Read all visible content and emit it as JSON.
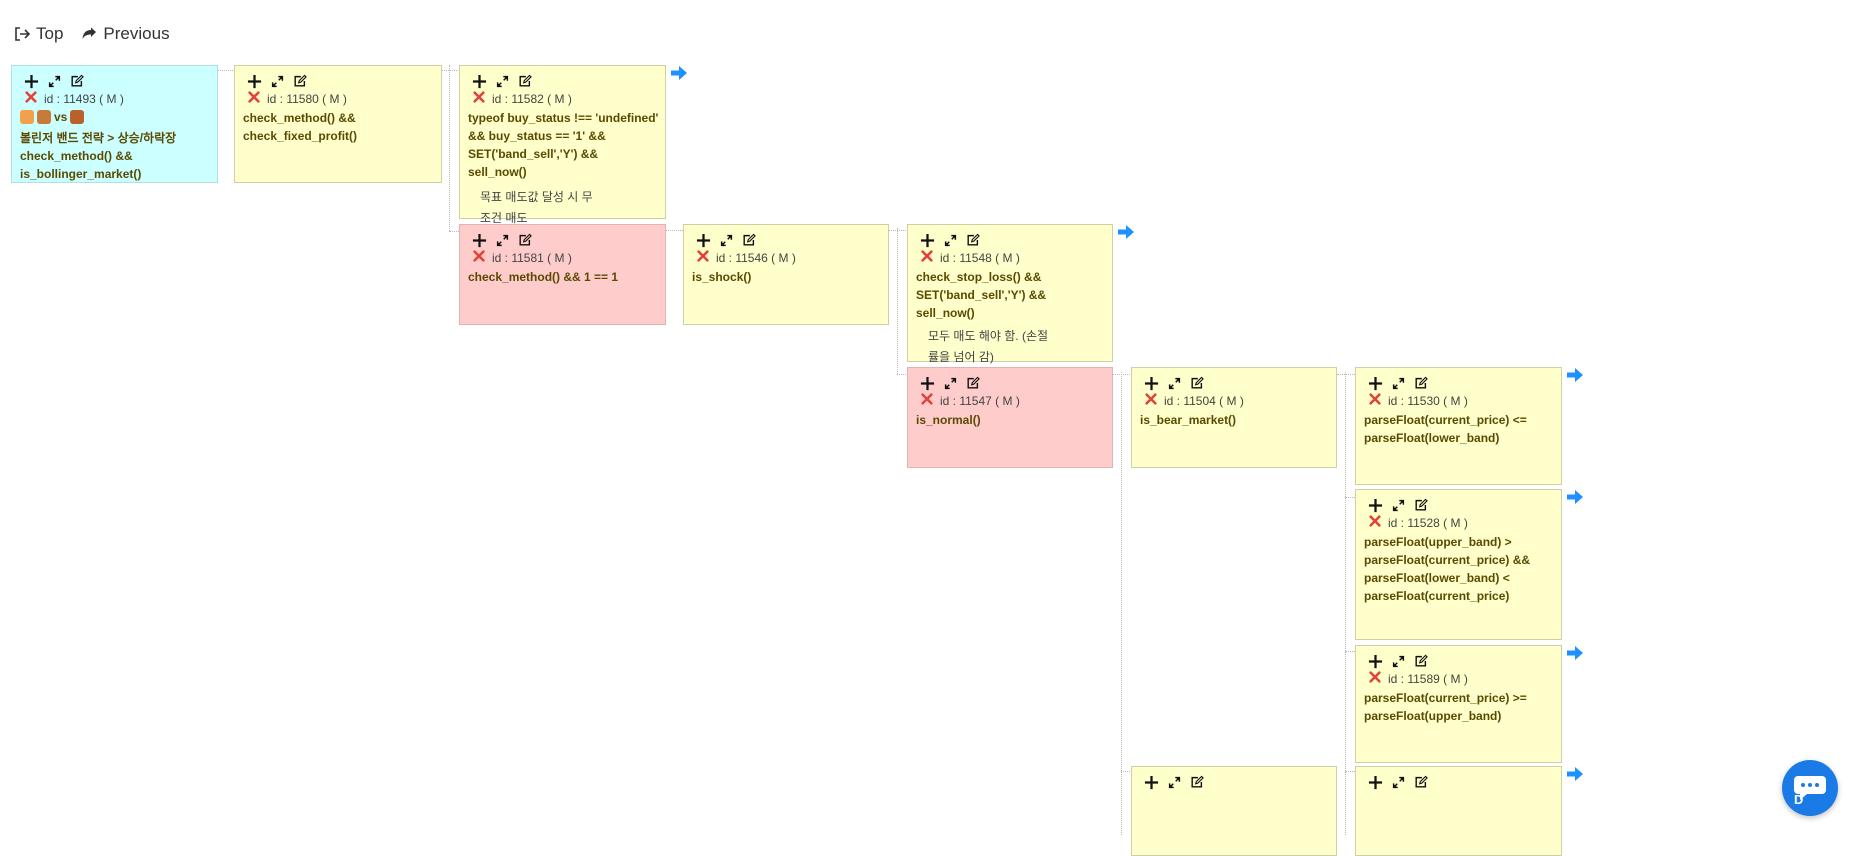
{
  "nav": {
    "top_label": "Top",
    "previous_label": "Previous"
  },
  "icons": {
    "plus": "plus-icon",
    "expand": "expand-icon",
    "edit": "edit-icon",
    "delete": "delete-icon",
    "arrow": "arrow-right-icon",
    "chat": "chat-icon"
  },
  "colors": {
    "node_yellow": "#ffffcc",
    "node_blue": "#ccffff",
    "node_pink": "#ffcccc",
    "accent_blue": "#1e90ff",
    "delete_red": "#e0443b",
    "chat_blue": "#1b7be6"
  },
  "nodes": {
    "n11493": {
      "id": "id : 11493 ( M )",
      "title_rest": "vs",
      "title_name": "볼린저 밴드 전략 > 상승/하락장",
      "cond": "check_method() &&\nis_bollinger_market()"
    },
    "n11580": {
      "id": "id : 11580 ( M )",
      "cond": "check_method() &&\ncheck_fixed_profit()"
    },
    "n11582": {
      "id": "id : 11582 ( M )",
      "cond": "typeof buy_status !== 'undefined'\n&& buy_status == '1' &&\nSET('band_sell','Y') && sell_now()",
      "desc": "목표 매도값 달성 시 무\n조건 매도"
    },
    "n11581": {
      "id": "id : 11581 ( M )",
      "cond": "check_method() && 1 == 1"
    },
    "n11546": {
      "id": "id : 11546 ( M )",
      "cond": "is_shock()"
    },
    "n11548": {
      "id": "id : 11548 ( M )",
      "cond": "check_stop_loss() &&\nSET('band_sell','Y') && sell_now()",
      "desc": "모두 매도 해야 함. (손절\n률을 넘어 감)"
    },
    "n11547": {
      "id": "id : 11547 ( M )",
      "cond": "is_normal()"
    },
    "n11504": {
      "id": "id : 11504 ( M )",
      "cond": "is_bear_market()"
    },
    "n11530": {
      "id": "id : 11530 ( M )",
      "cond": "parseFloat(current_price) <=\nparseFloat(lower_band)"
    },
    "n11528": {
      "id": "id : 11528 ( M )",
      "cond": "parseFloat(upper_band) >\nparseFloat(current_price) &&\nparseFloat(lower_band) <\nparseFloat(current_price)"
    },
    "n11589": {
      "id": "id : 11589 ( M )",
      "cond": "parseFloat(current_price) >=\nparseFloat(upper_band)"
    }
  }
}
